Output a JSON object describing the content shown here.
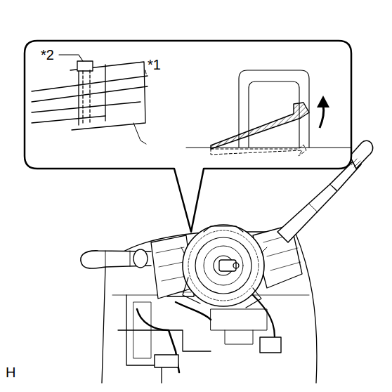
{
  "diagram": {
    "labels": [
      "*2",
      "*1",
      "H"
    ]
  }
}
